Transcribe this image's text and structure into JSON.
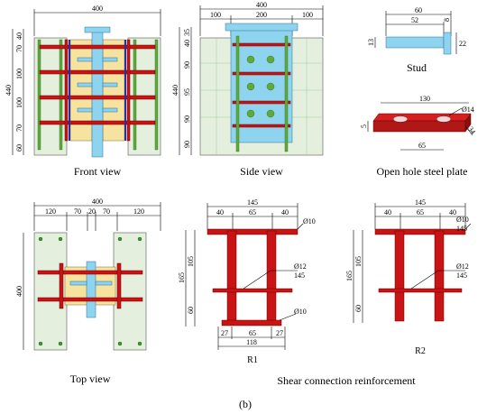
{
  "front": {
    "caption": "Front view",
    "w": "400",
    "h": "440",
    "v": [
      "40",
      "70",
      "100",
      "100",
      "70",
      "60"
    ]
  },
  "side": {
    "caption": "Side view",
    "w": "400",
    "parts": [
      "100",
      "200",
      "100"
    ],
    "h": "440",
    "v": [
      "35",
      "40",
      "90",
      "95",
      "90",
      "90"
    ]
  },
  "stud": {
    "caption": "Stud",
    "len": "60",
    "shank": "52",
    "head": "8",
    "d1": "13",
    "d2": "22"
  },
  "plate": {
    "caption": "Open hole steel plate",
    "len": "130",
    "dia": "Ø14",
    "width": "34",
    "thick": "5",
    "spacing": "65"
  },
  "top": {
    "caption": "Top  view",
    "w": "400",
    "parts": [
      "120",
      "70",
      "20",
      "70",
      "120"
    ],
    "depth": "400"
  },
  "r1": {
    "top": "145",
    "parts": [
      "40",
      "65",
      "40"
    ],
    "bar1": "Ø10",
    "h": "165",
    "v": [
      "105",
      "60"
    ],
    "bar2": "Ø12",
    "bar2len": "145",
    "bar3": "Ø10",
    "bot": [
      "27",
      "65",
      "27"
    ],
    "botw": "118",
    "label": "R1"
  },
  "r2": {
    "top": "145",
    "parts": [
      "40",
      "65",
      "40"
    ],
    "bar1": "Ø10",
    "bar1len": "145",
    "h": "165",
    "v": [
      "105",
      "60"
    ],
    "bar2": "Ø12",
    "bar2len": "145",
    "label": "R2"
  },
  "shear_caption": "Shear connection reinforcement",
  "panel_label": "(b)"
}
